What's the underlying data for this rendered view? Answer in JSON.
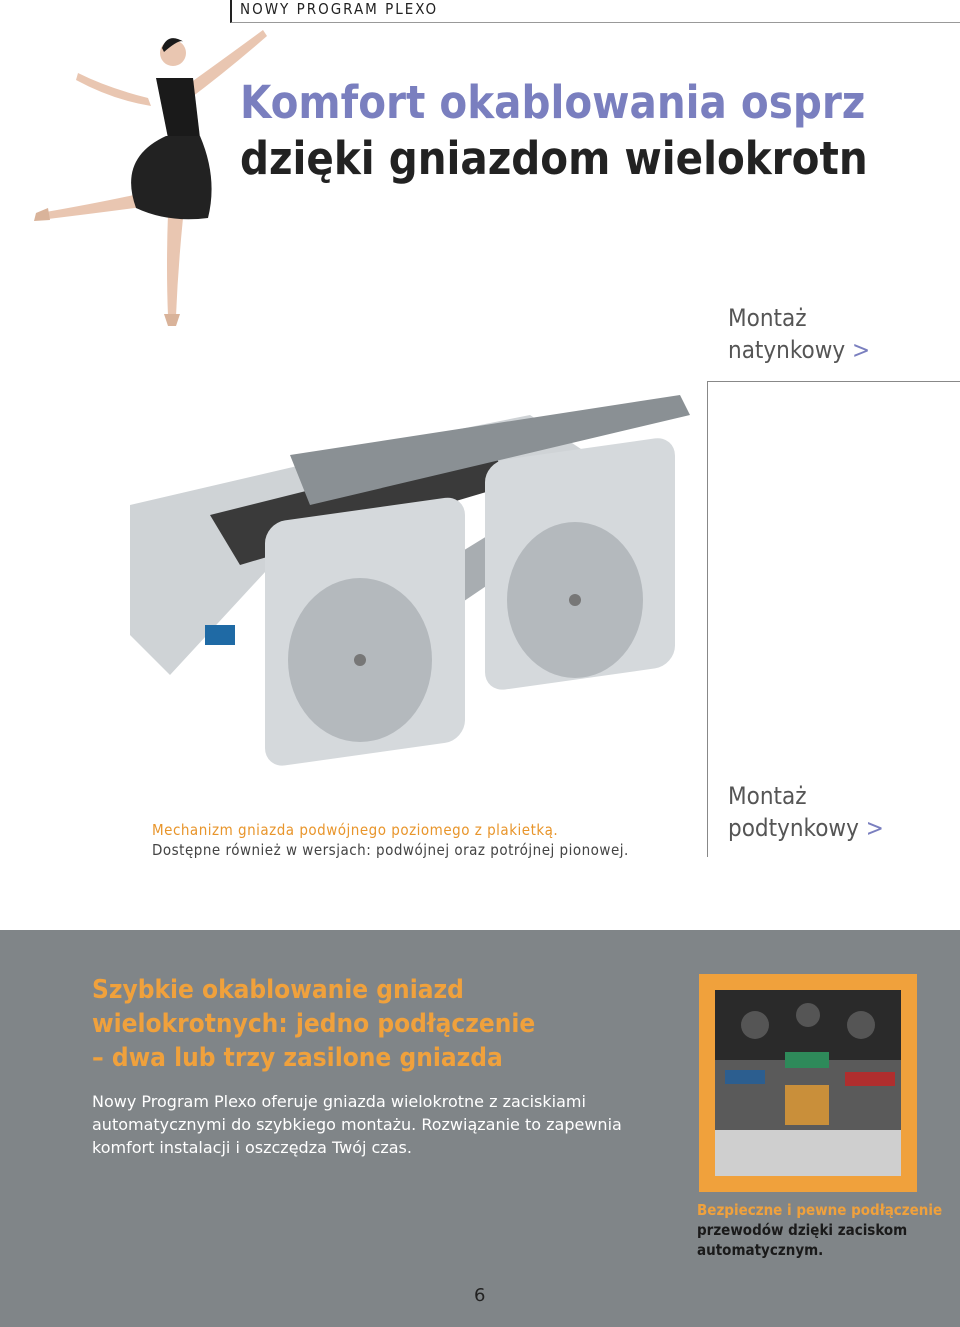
{
  "header": {
    "label": "NOWY PROGRAM PLEXO"
  },
  "title": {
    "line1": "Komfort okablowania osprz",
    "line2": "dzięki gniazdom wielokrotn"
  },
  "mount_top": {
    "line1": "Montaż",
    "line2": "natynkowy",
    "arrow": ">"
  },
  "mount_bottom": {
    "line1": "Montaż",
    "line2": "podtynkowy",
    "arrow": ">"
  },
  "caption": {
    "line1": "Mechanizm gniazda podwójnego poziomego z plakietką.",
    "line2": "Dostępne również w wersjach: podwójnej oraz potrójnej pionowej."
  },
  "panel": {
    "heading_line1": "Szybkie okablowanie gniazd",
    "heading_line2": "wielokrotnych: jedno podłączenie",
    "heading_line3": "– dwa lub trzy zasilone gniazda",
    "body_line1": "Nowy Program Plexo oferuje gniazda wielokrotne z zaciskiami",
    "body_line2": "automatycznymi do szybkiego montażu. Rozwiązanie to zapewnia",
    "body_line3": "komfort instalacji i oszczędza Twój czas."
  },
  "photo_caption": {
    "line1": "Bezpieczne i pewne podłączenie",
    "line2": "przewodów dzięki zaciskom",
    "line3": "automatycznym."
  },
  "page_number": "6",
  "colors": {
    "accent_blue": "#7a7fbf",
    "accent_orange": "#f0a13c",
    "panel_gray": "#808588"
  }
}
